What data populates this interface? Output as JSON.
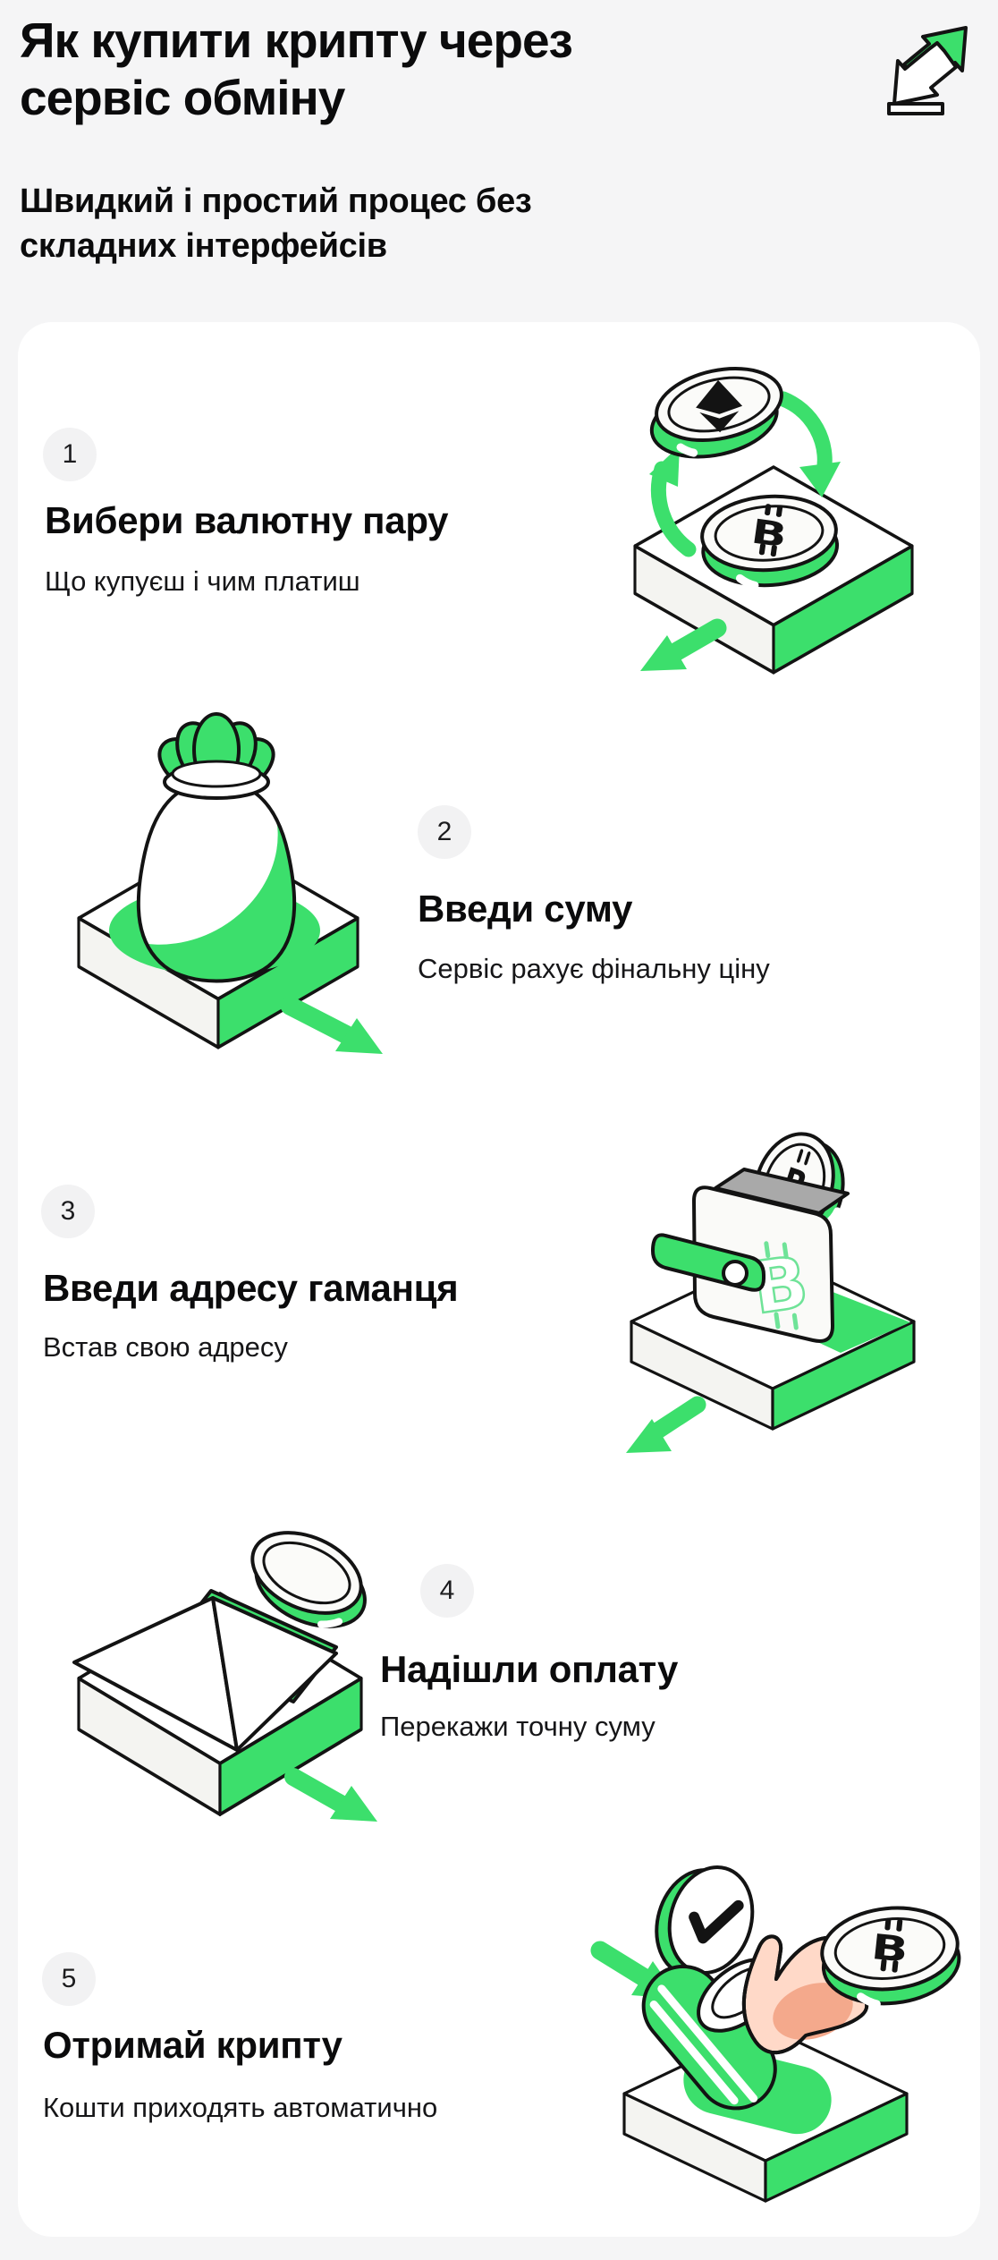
{
  "page": {
    "background": "#f5f5f6",
    "card_background": "#ffffff",
    "accent_green": "#3cdf6c",
    "outline_black": "#131313",
    "text_primary": "#0b0b0c"
  },
  "header": {
    "title": "Як купити крипту через сервіс обміну",
    "subtitle": "Швидкий і простий процес без складних інтерфейсів",
    "icon": "exchange-arrows-icon"
  },
  "steps": [
    {
      "number": "1",
      "title": "Вибери валютну пару",
      "description": "Що купуєш і чим платиш",
      "illustration": "currency-pair-coins-illustration"
    },
    {
      "number": "2",
      "title": "Введи суму",
      "description": "Сервіс рахує фінальну ціну",
      "illustration": "money-bag-illustration"
    },
    {
      "number": "3",
      "title": "Введи адресу гаманця",
      "description": "Встав свою адресу",
      "illustration": "wallet-bitcoin-illustration"
    },
    {
      "number": "4",
      "title": "Надішли оплату",
      "description": "Перекажи точну суму",
      "illustration": "envelope-payment-illustration"
    },
    {
      "number": "5",
      "title": "Отримай крипту",
      "description": "Кошти приходять автоматично",
      "illustration": "hand-receiving-crypto-illustration"
    }
  ]
}
